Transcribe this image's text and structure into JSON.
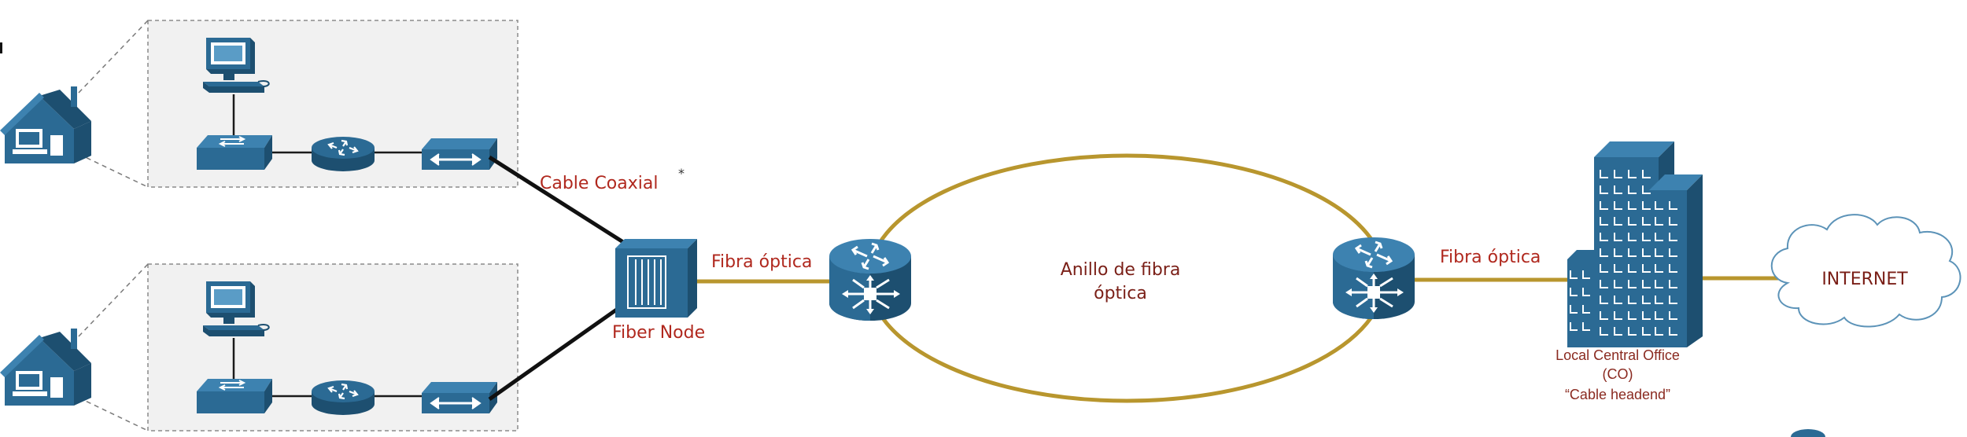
{
  "labels": {
    "cable_coaxial": "Cable Coaxial",
    "fibra_optica_left": "Fibra óptica",
    "fiber_node": "Fiber Node",
    "ring_line1": "Anillo de fibra",
    "ring_line2": "óptica",
    "fibra_optica_right": "Fibra óptica",
    "internet": "INTERNET",
    "co_line1": "Local Central Office",
    "co_line2": "(CO)",
    "co_line3": "“Cable headend”",
    "stray_mark": "*"
  },
  "colors": {
    "device_blue": "#2b6a94",
    "device_dark": "#1d4f70",
    "fiber_gold": "#b8962e",
    "coax_black": "#111111",
    "cloud_stroke": "#5c93b8",
    "label_red": "#b0281e"
  },
  "icons": [
    "house-icon",
    "computer-icon",
    "switch-icon",
    "router-icon",
    "cable-modem-icon",
    "fiber-node-icon",
    "core-router-icon",
    "building-icon",
    "cloud-icon"
  ]
}
